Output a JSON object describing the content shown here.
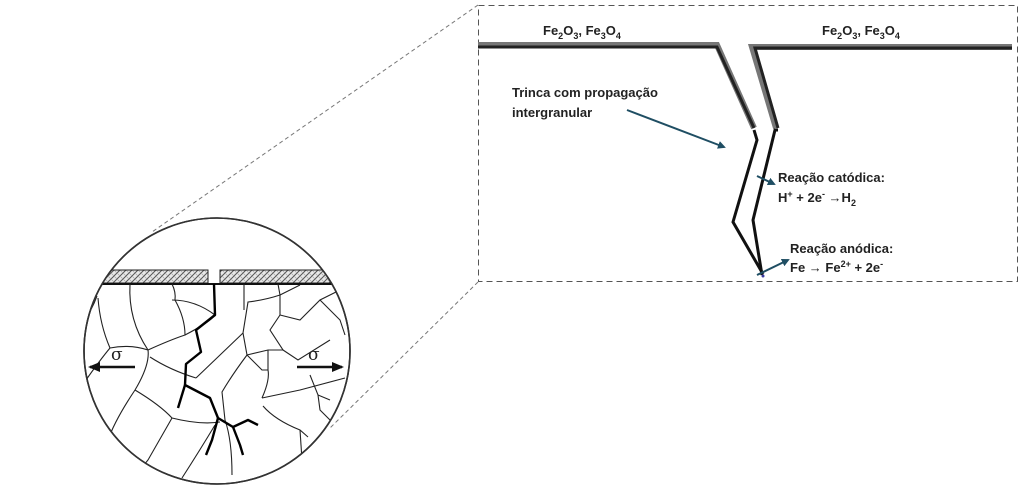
{
  "diagram": {
    "oxide_left": {
      "base1": "Fe",
      "sub1": "2",
      "mid1": "O",
      "sub2": "3",
      "sep": ", ",
      "base2": "Fe",
      "sub3": "3",
      "mid2": "O",
      "sub4": "4"
    },
    "oxide_right": {
      "base1": "Fe",
      "sub1": "2",
      "mid1": "O",
      "sub2": "3",
      "sep": ", ",
      "base2": "Fe",
      "sub3": "3",
      "mid2": "O",
      "sub4": "4"
    },
    "crack_label": {
      "line1": "Trinca com propagação",
      "line2": "intergranular"
    },
    "cathodic": {
      "title": "Reação catódica:",
      "h": "H",
      "h_sup": "+",
      "plus_2e": " + 2e",
      "e_sup": "-",
      "arrow": " →H",
      "h2_sub": "2"
    },
    "anodic": {
      "title": "Reação anódica:",
      "fe": "Fe → Fe",
      "fe_sup": "2+",
      "plus_2e": " + 2e",
      "e_sup": "-"
    },
    "stress_left": "σ",
    "stress_right": "σ",
    "colors": {
      "annotation_arrow": "#1f4e63",
      "crack_line": "#111111",
      "oxide_layer": "#3a3a3a",
      "dashed": "#666666"
    }
  }
}
